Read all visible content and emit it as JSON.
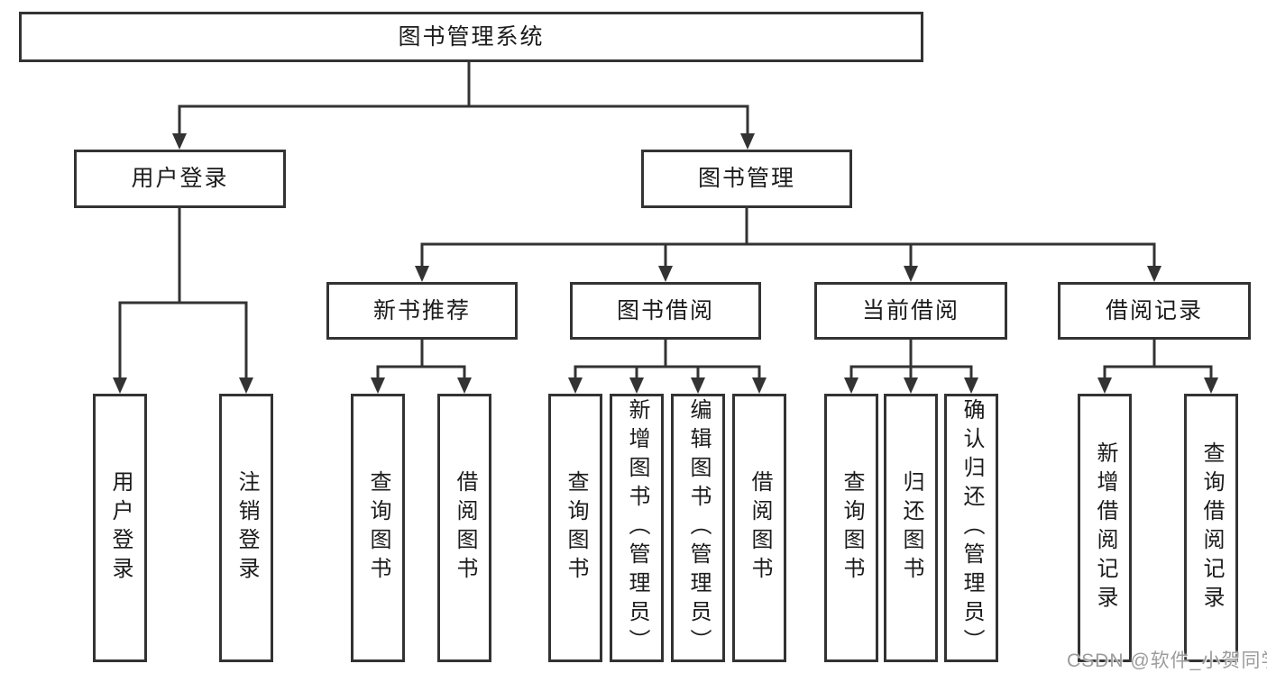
{
  "colors": {
    "background": "#ffffff",
    "line": "#333333",
    "box_border": "#333333",
    "text": "#1b1b1b",
    "watermark": "#9c9c9c"
  },
  "tree": {
    "root": {
      "label": "图书管理系统"
    },
    "children": [
      {
        "label": "用户登录",
        "children": [
          {
            "label": "用户登录"
          },
          {
            "label": "注销登录"
          }
        ]
      },
      {
        "label": "图书管理",
        "children": [
          {
            "label": "新书推荐",
            "children": [
              {
                "label": "查询图书"
              },
              {
                "label": "借阅图书"
              }
            ]
          },
          {
            "label": "图书借阅",
            "children": [
              {
                "label": "查询图书"
              },
              {
                "label": "新增图书（管理员）"
              },
              {
                "label": "编辑图书（管理员）"
              },
              {
                "label": "借阅图书"
              }
            ]
          },
          {
            "label": "当前借阅",
            "children": [
              {
                "label": "查询图书"
              },
              {
                "label": "归还图书"
              },
              {
                "label": "确认归还（管理员）"
              }
            ]
          },
          {
            "label": "借阅记录",
            "children": [
              {
                "label": "新增借阅记录"
              },
              {
                "label": "查询借阅记录"
              }
            ]
          }
        ]
      }
    ]
  },
  "watermark": {
    "text": "CSDN @软件_小贺同学"
  }
}
